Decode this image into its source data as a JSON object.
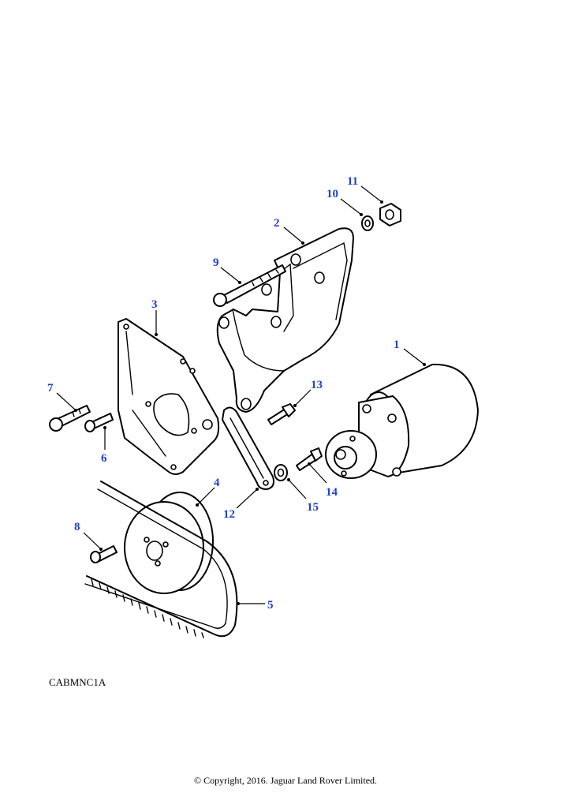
{
  "diagram_code": "CABMNC1A",
  "copyright": "© Copyright, 2016. Jaguar Land Rover Limited.",
  "callout_color": "#1f3fd6",
  "callouts": [
    {
      "label": "1"
    },
    {
      "label": "2"
    },
    {
      "label": "3"
    },
    {
      "label": "4"
    },
    {
      "label": "5"
    },
    {
      "label": "6"
    },
    {
      "label": "7"
    },
    {
      "label": "8"
    },
    {
      "label": "9"
    },
    {
      "label": "10"
    },
    {
      "label": "11"
    },
    {
      "label": "12"
    },
    {
      "label": "13"
    },
    {
      "label": "14"
    },
    {
      "label": "15"
    }
  ]
}
